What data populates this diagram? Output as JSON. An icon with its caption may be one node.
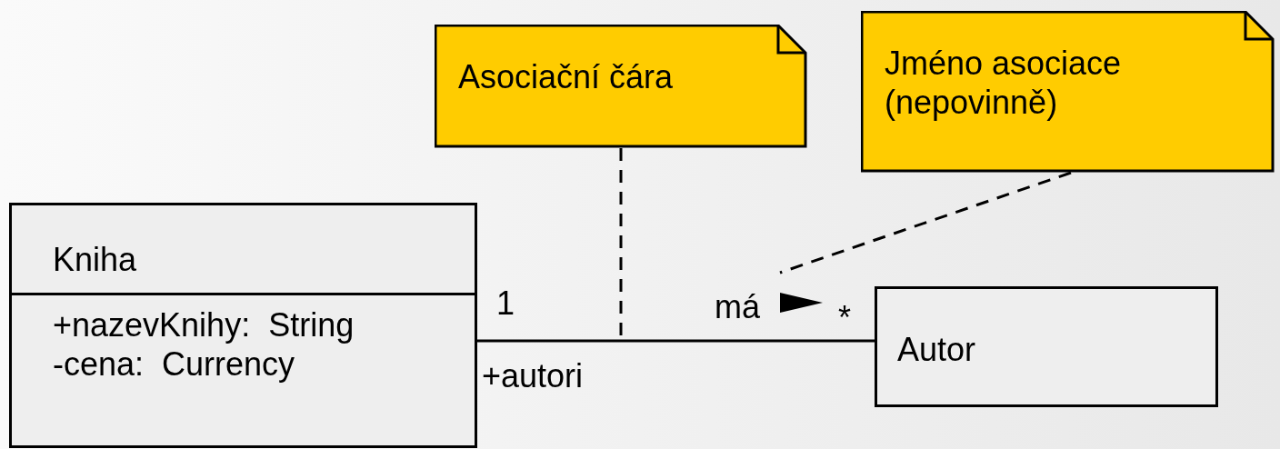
{
  "diagram": {
    "nodes": [
      {
        "text": [
          "Kniha",
          "+nazevKnihy:  String -cena:  Currency"
        ]
      },
      {
        "text": [
          "Autor"
        ]
      },
      {
        "text": [
          "Asociační čára"
        ]
      },
      {
        "text": [
          "Jméno asociace (nepovinně)"
        ]
      }
    ],
    "edges": [
      {
        "from": 0,
        "to": 1,
        "arrow": "none",
        "label": "má"
      },
      {
        "from": 2,
        "to": null,
        "arrow": "none",
        "style": "dashed"
      },
      {
        "from": 3,
        "to": null,
        "arrow": "none",
        "style": "dashed"
      }
    ],
    "labels": [
      "1",
      "*",
      "+autori"
    ]
  }
}
